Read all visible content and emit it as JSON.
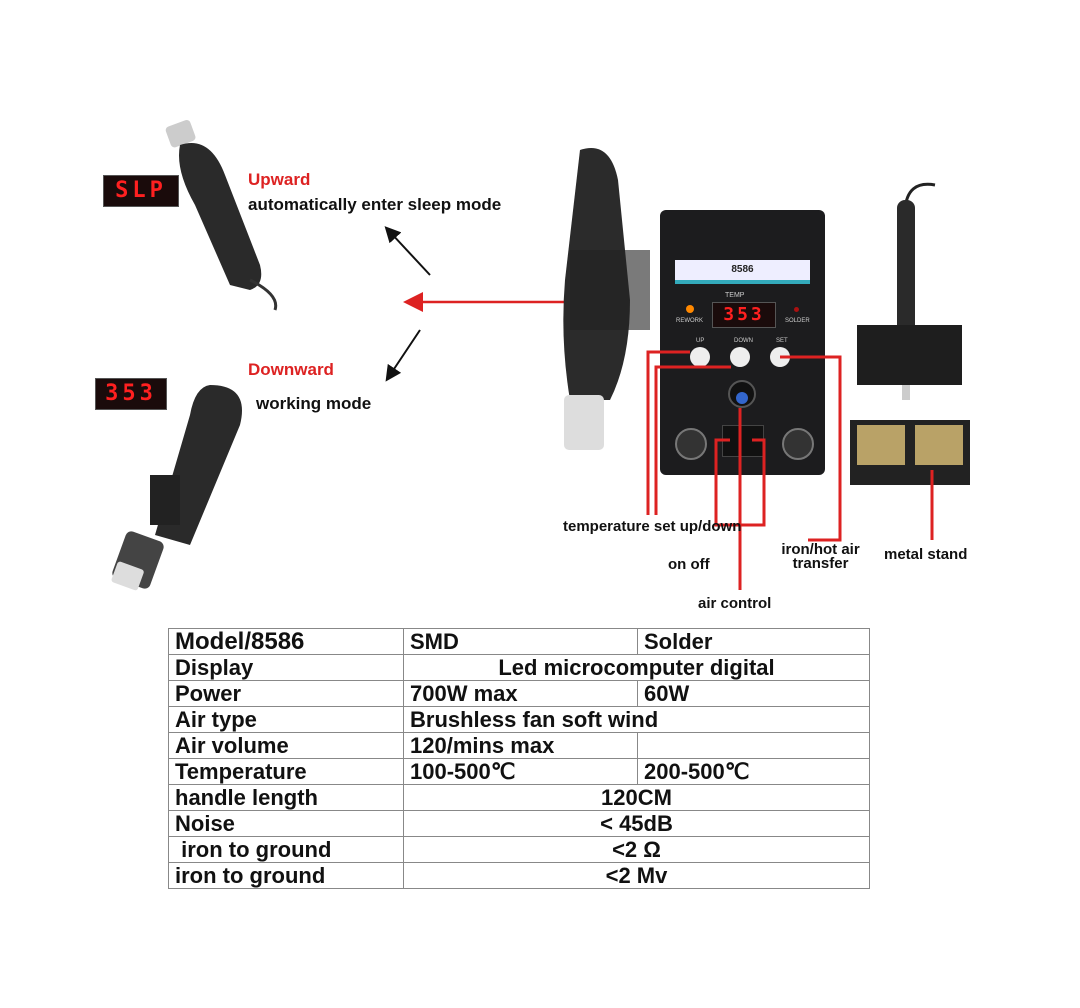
{
  "modes": {
    "upward": {
      "display": "SLP",
      "title": "Upward",
      "desc": "automatically enter sleep mode"
    },
    "downward": {
      "display": "353",
      "title": "Downward",
      "desc": "working mode"
    }
  },
  "station": {
    "model_label": "8586",
    "temp_label": "TEMP",
    "display": "353",
    "rework_label": "REWORK",
    "solder_label": "SOLDER",
    "buttons": [
      "UP",
      "DOWN",
      "SET"
    ]
  },
  "callouts": {
    "temperature": "temperature set up/down",
    "on_off": "on off",
    "air_control": "air control",
    "transfer": "iron/hot air transfer",
    "stand": "metal stand"
  },
  "specs": [
    [
      "Model/8586",
      "SMD",
      "Solder"
    ],
    [
      "Display",
      "Led microcomputer digital"
    ],
    [
      "Power",
      "700W max",
      "60W"
    ],
    [
      "Air type",
      "Brushless fan soft wind"
    ],
    [
      "Air volume",
      "120/mins max",
      ""
    ],
    [
      "Temperature",
      "100-500℃",
      "200-500℃"
    ],
    [
      "handle length",
      "120CM"
    ],
    [
      "Noise",
      "< 45dB"
    ],
    [
      " iron to ground",
      "<2 Ω"
    ],
    [
      "iron to ground",
      "<2 Mv"
    ]
  ],
  "colors": {
    "accent": "#d22222",
    "led": "#ff2020",
    "body": "#1c1c1e"
  }
}
